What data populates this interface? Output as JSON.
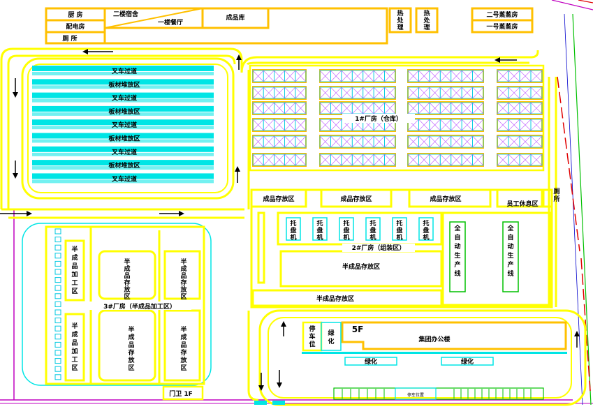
{
  "top": {
    "kitchen": "厨 房",
    "power_room": "配电房",
    "toilet": "厕 所",
    "dorm_2f": "二楼宿舍",
    "canteen_1f": "一楼餐厅",
    "finished_store": "成品库",
    "heat1": [
      "热",
      "处",
      "理"
    ],
    "heat2": [
      "热",
      "处",
      "理"
    ],
    "steam2": "二号蒸蒸房",
    "steam1": "一号蒸蒸房"
  },
  "yard": {
    "rows": [
      "叉车过道",
      "板材堆放区",
      "叉车过道",
      "板材堆放区",
      "叉车过道",
      "板材堆放区",
      "叉车过道",
      "板材堆放区",
      "叉车过道"
    ]
  },
  "warehouse": {
    "title": "1#厂房（仓库）"
  },
  "plant2": {
    "finished_a": "成品存放区",
    "finished_b": "成品存放区",
    "finished_c": "成品存放区",
    "staff_rest": "员工休息区",
    "toilet": [
      "厕",
      "所"
    ],
    "pallet": [
      "托",
      "盘",
      "机"
    ],
    "title": "2#厂房（组装区）",
    "semi_mid": "半成品存放区",
    "semi_bottom": "半成品存放区",
    "line1": [
      "全",
      "自",
      "动",
      "生",
      "产",
      "线"
    ],
    "line2": [
      "全",
      "自",
      "动",
      "生",
      "产",
      "线"
    ]
  },
  "plant3": {
    "title": "3#厂房（半成品加工区）",
    "proc_left_top": [
      "半",
      "成",
      "品",
      "加",
      "工",
      "区"
    ],
    "proc_left_bottom": [
      "半",
      "成",
      "品",
      "加",
      "工",
      "区"
    ],
    "store": [
      "半",
      "成",
      "品",
      "存",
      "放",
      "区"
    ],
    "gate": "门卫 1F"
  },
  "office": {
    "floors": "5F",
    "name": "集团办公楼",
    "parking": [
      "停",
      "车",
      "位"
    ],
    "green_v": [
      "绿",
      "化"
    ],
    "green1": "绿化",
    "green2": "绿化",
    "bottom_label": "停车位置"
  },
  "colors": {
    "wall": "#ffc000",
    "road": "#ffff00",
    "cyan": "#00e5e5",
    "magenta": "#c000c0",
    "green": "#00c000",
    "red": "#e00000"
  }
}
